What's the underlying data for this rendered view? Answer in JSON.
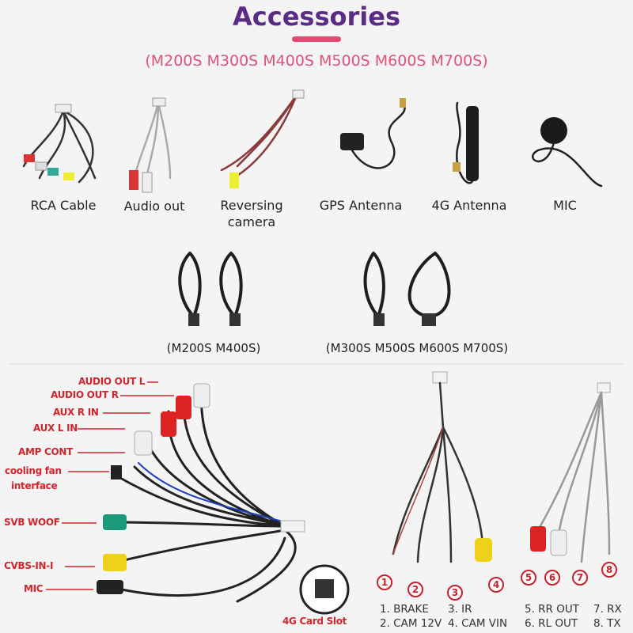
{
  "header": {
    "title": "Accessories",
    "subtitle": "(M200S M300S M400S M500S M600S M700S)"
  },
  "accessories": [
    {
      "label": "RCA Cable"
    },
    {
      "label": "Audio out"
    },
    {
      "label": "Reversing camera"
    },
    {
      "label": "GPS Antenna"
    },
    {
      "label": "4G Antenna"
    },
    {
      "label": "MIC"
    }
  ],
  "usb_cables": [
    {
      "label": "(M200S M400S)"
    },
    {
      "label": "(M300S M500S M600S M700S)"
    }
  ],
  "rca_harness": {
    "labels": [
      "AUDIO OUT L",
      "AUDIO OUT R",
      "AUX R IN",
      "AUX L IN",
      "AMP CONT",
      "cooling fan",
      "interface",
      "SVB WOOF",
      "CVBS-IN-I",
      "MIC"
    ],
    "card_slot": "4G Card Slot"
  },
  "pinout": {
    "numbers": [
      "1",
      "2",
      "3",
      "4",
      "5",
      "6",
      "7",
      "8"
    ],
    "legend": [
      "1. BRAKE",
      "2. CAM 12V",
      "3. IR",
      "4. CAM VIN",
      "5. RR OUT",
      "6. RL OUT",
      "7. RX",
      "8. TX"
    ]
  },
  "colors": {
    "title": "#5b2c86",
    "accent": "#e24a72",
    "label_red": "#d2252c"
  }
}
